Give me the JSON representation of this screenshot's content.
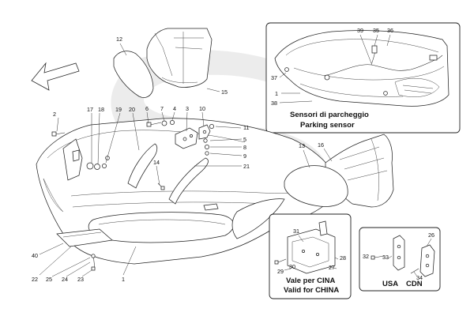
{
  "labels": {
    "n1": "1",
    "n2": "2",
    "n3": "3",
    "n4": "4",
    "n5": "5",
    "n6": "6",
    "n7": "7",
    "n8": "8",
    "n9": "9",
    "n10": "10",
    "n11": "11",
    "n12": "12",
    "n13": "13",
    "n14": "14",
    "n15": "15",
    "n16": "16",
    "n17": "17",
    "n18": "18",
    "n19": "19",
    "n20": "20",
    "n21": "21",
    "n22": "22",
    "n23": "23",
    "n24": "24",
    "n25": "25",
    "n26": "26",
    "n27": "27",
    "n28": "28",
    "n29": "29",
    "n30": "30",
    "n31": "31",
    "n32": "32",
    "n33": "33",
    "n34": "34",
    "n35": "35",
    "n36": "36",
    "n37": "37",
    "n38": "38",
    "n39": "39",
    "n40": "40"
  },
  "captions": {
    "parking_it": "Sensori di parcheggio",
    "parking_en": "Parking sensor",
    "china_it": "Vale per CINA",
    "china_en": "Valid for CHINA",
    "usa": "USA",
    "cdn": "CDN"
  },
  "colors": {
    "watermark": "#e9e9e9",
    "line": "#222222"
  }
}
